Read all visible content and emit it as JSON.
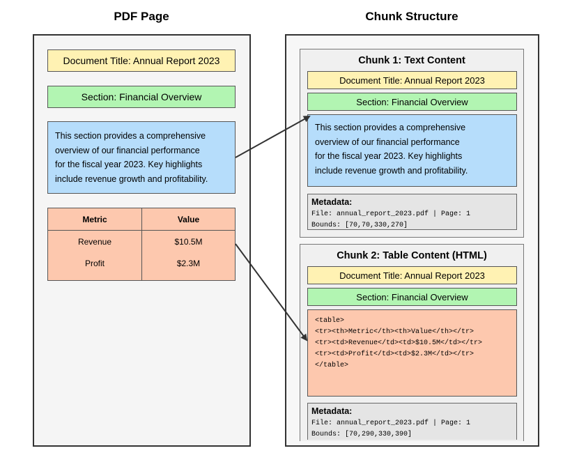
{
  "headings": {
    "pdf": "PDF Page",
    "chunks": "Chunk Structure"
  },
  "pdf_page": {
    "doc_title": "Document Title: Annual Report 2023",
    "section": "Section: Financial Overview",
    "paragraph_lines": [
      "This section provides a comprehensive",
      "overview of our financial performance",
      "for the fiscal year 2023. Key highlights",
      "include revenue growth and profitability."
    ],
    "table": {
      "headers": [
        "Metric",
        "Value"
      ],
      "rows": [
        [
          "Revenue",
          "$10.5M"
        ],
        [
          "Profit",
          "$2.3M"
        ]
      ]
    }
  },
  "chunk1": {
    "title": "Chunk 1: Text Content",
    "doc_title": "Document Title: Annual Report 2023",
    "section": "Section: Financial Overview",
    "paragraph_lines": [
      "This section provides a comprehensive",
      "overview of our financial performance",
      "for the fiscal year 2023. Key highlights",
      "include revenue growth and profitability."
    ],
    "metadata_title": "Metadata:",
    "metadata_lines": [
      "File: annual_report_2023.pdf | Page: 1",
      "Bounds: [70,70,330,270]"
    ]
  },
  "chunk2": {
    "title": "Chunk 2: Table Content (HTML)",
    "doc_title": "Document Title: Annual Report 2023",
    "section": "Section: Financial Overview",
    "code_lines": [
      "<table>",
      "<tr><th>Metric</th><th>Value</th></tr>",
      "<tr><td>Revenue</td><td>$10.5M</td></tr>",
      "<tr><td>Profit</td><td>$2.3M</td></tr>",
      "</table>"
    ],
    "metadata_title": "Metadata:",
    "metadata_lines": [
      "File: annual_report_2023.pdf | Page: 1",
      "Bounds: [70,290,330,390]"
    ]
  },
  "colors": {
    "title_fill": "#fff2b3",
    "section_fill": "#b2f5b2",
    "text_fill": "#b6ddfb",
    "table_fill": "#fdc8ae",
    "metadata_fill": "#e5e5e5",
    "arrow": "#333333"
  }
}
